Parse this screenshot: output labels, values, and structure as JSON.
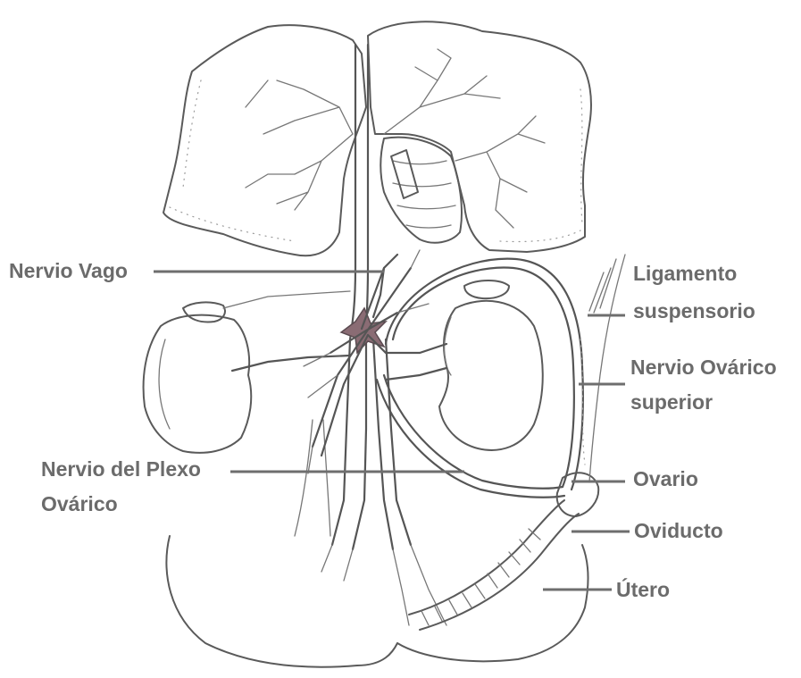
{
  "labels": {
    "nervio_vago": "Nervio Vago",
    "ligamento_1": "Ligamento",
    "ligamento_2": "suspensorio",
    "nervio_ovarico_1": "Nervio Ovárico",
    "nervio_ovarico_2": "superior",
    "plexo_1": "Nervio del Plexo",
    "plexo_2": "Ovárico",
    "ovario": "Ovario",
    "oviducto": "Oviducto",
    "utero": "Útero"
  },
  "colors": {
    "line": "#5a5a5a",
    "label": "#6b6b6b",
    "nerve_star": "#8a6c74"
  }
}
